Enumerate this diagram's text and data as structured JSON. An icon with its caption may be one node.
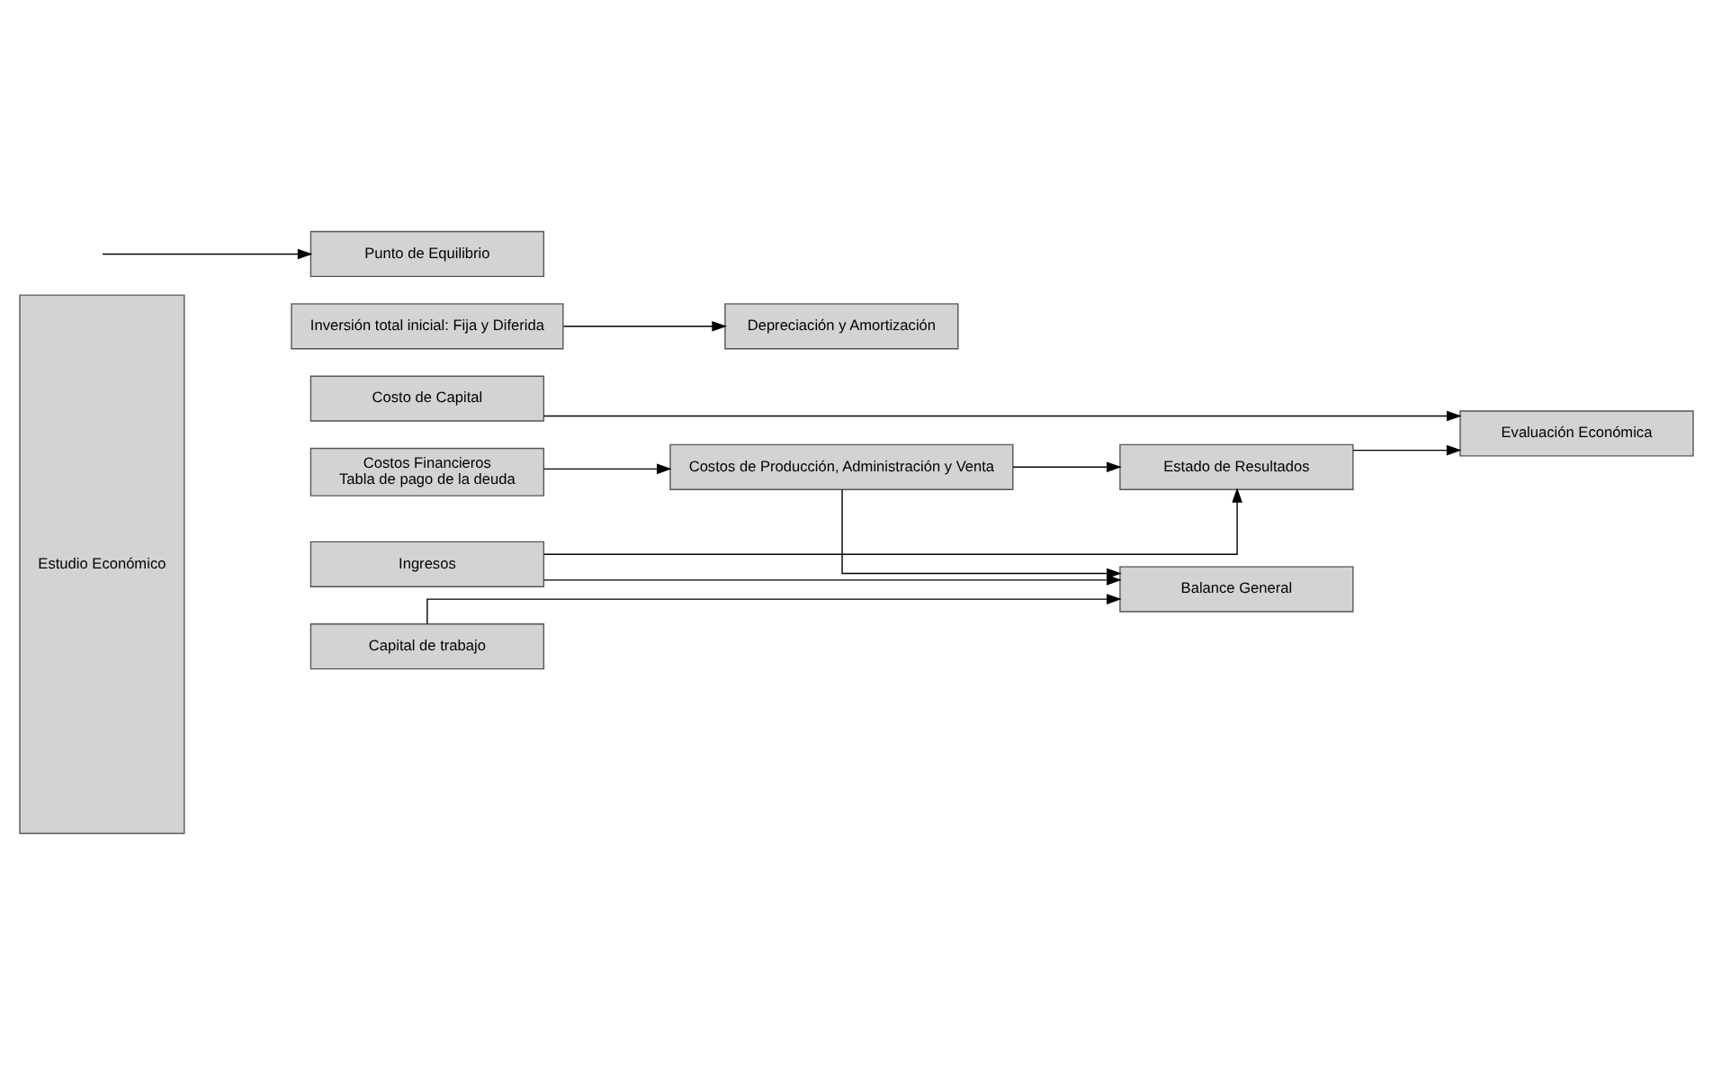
{
  "diagram": {
    "nodes": [
      {
        "text": [
          "Estudio Económico"
        ]
      },
      {
        "text": [
          "Ingresos"
        ]
      },
      {
        "text": [
          "Costos Financieros",
          "Tabla de pago de la deuda"
        ]
      },
      {
        "text": [
          "Costos de Producción, Administración y Venta"
        ]
      },
      {
        "text": [
          "Inversión total inicial: Fija y Diferida"
        ]
      },
      {
        "text": [
          "Depreciación y Amortización"
        ]
      },
      {
        "text": [
          "Capital de trabajo"
        ]
      },
      {
        "text": [
          "Costo de Capital"
        ]
      },
      {
        "text": [
          "Estado de Resultados"
        ]
      },
      {
        "text": [
          "Punto de Equilibrio"
        ]
      },
      {
        "text": [
          "Balance General"
        ]
      },
      {
        "text": [
          "Evaluación Económica"
        ]
      }
    ],
    "edges": [
      {
        "from": 2,
        "to": 3,
        "arrow": "to"
      },
      {
        "from": 4,
        "to": 5,
        "arrow": "to"
      },
      {
        "from": 1,
        "to": 8,
        "arrow": "to"
      },
      {
        "from": 1,
        "to": 10,
        "arrow": "to"
      },
      {
        "from": 3,
        "to": 8,
        "arrow": "to"
      },
      {
        "from": 3,
        "to": 10,
        "arrow": "to"
      },
      {
        "from": null,
        "to": 9,
        "arrow": "to"
      },
      {
        "from": 6,
        "to": 10,
        "arrow": "to"
      },
      {
        "from": 7,
        "to": 11,
        "arrow": "to"
      },
      {
        "from": 8,
        "to": 11,
        "arrow": "to"
      }
    ]
  }
}
